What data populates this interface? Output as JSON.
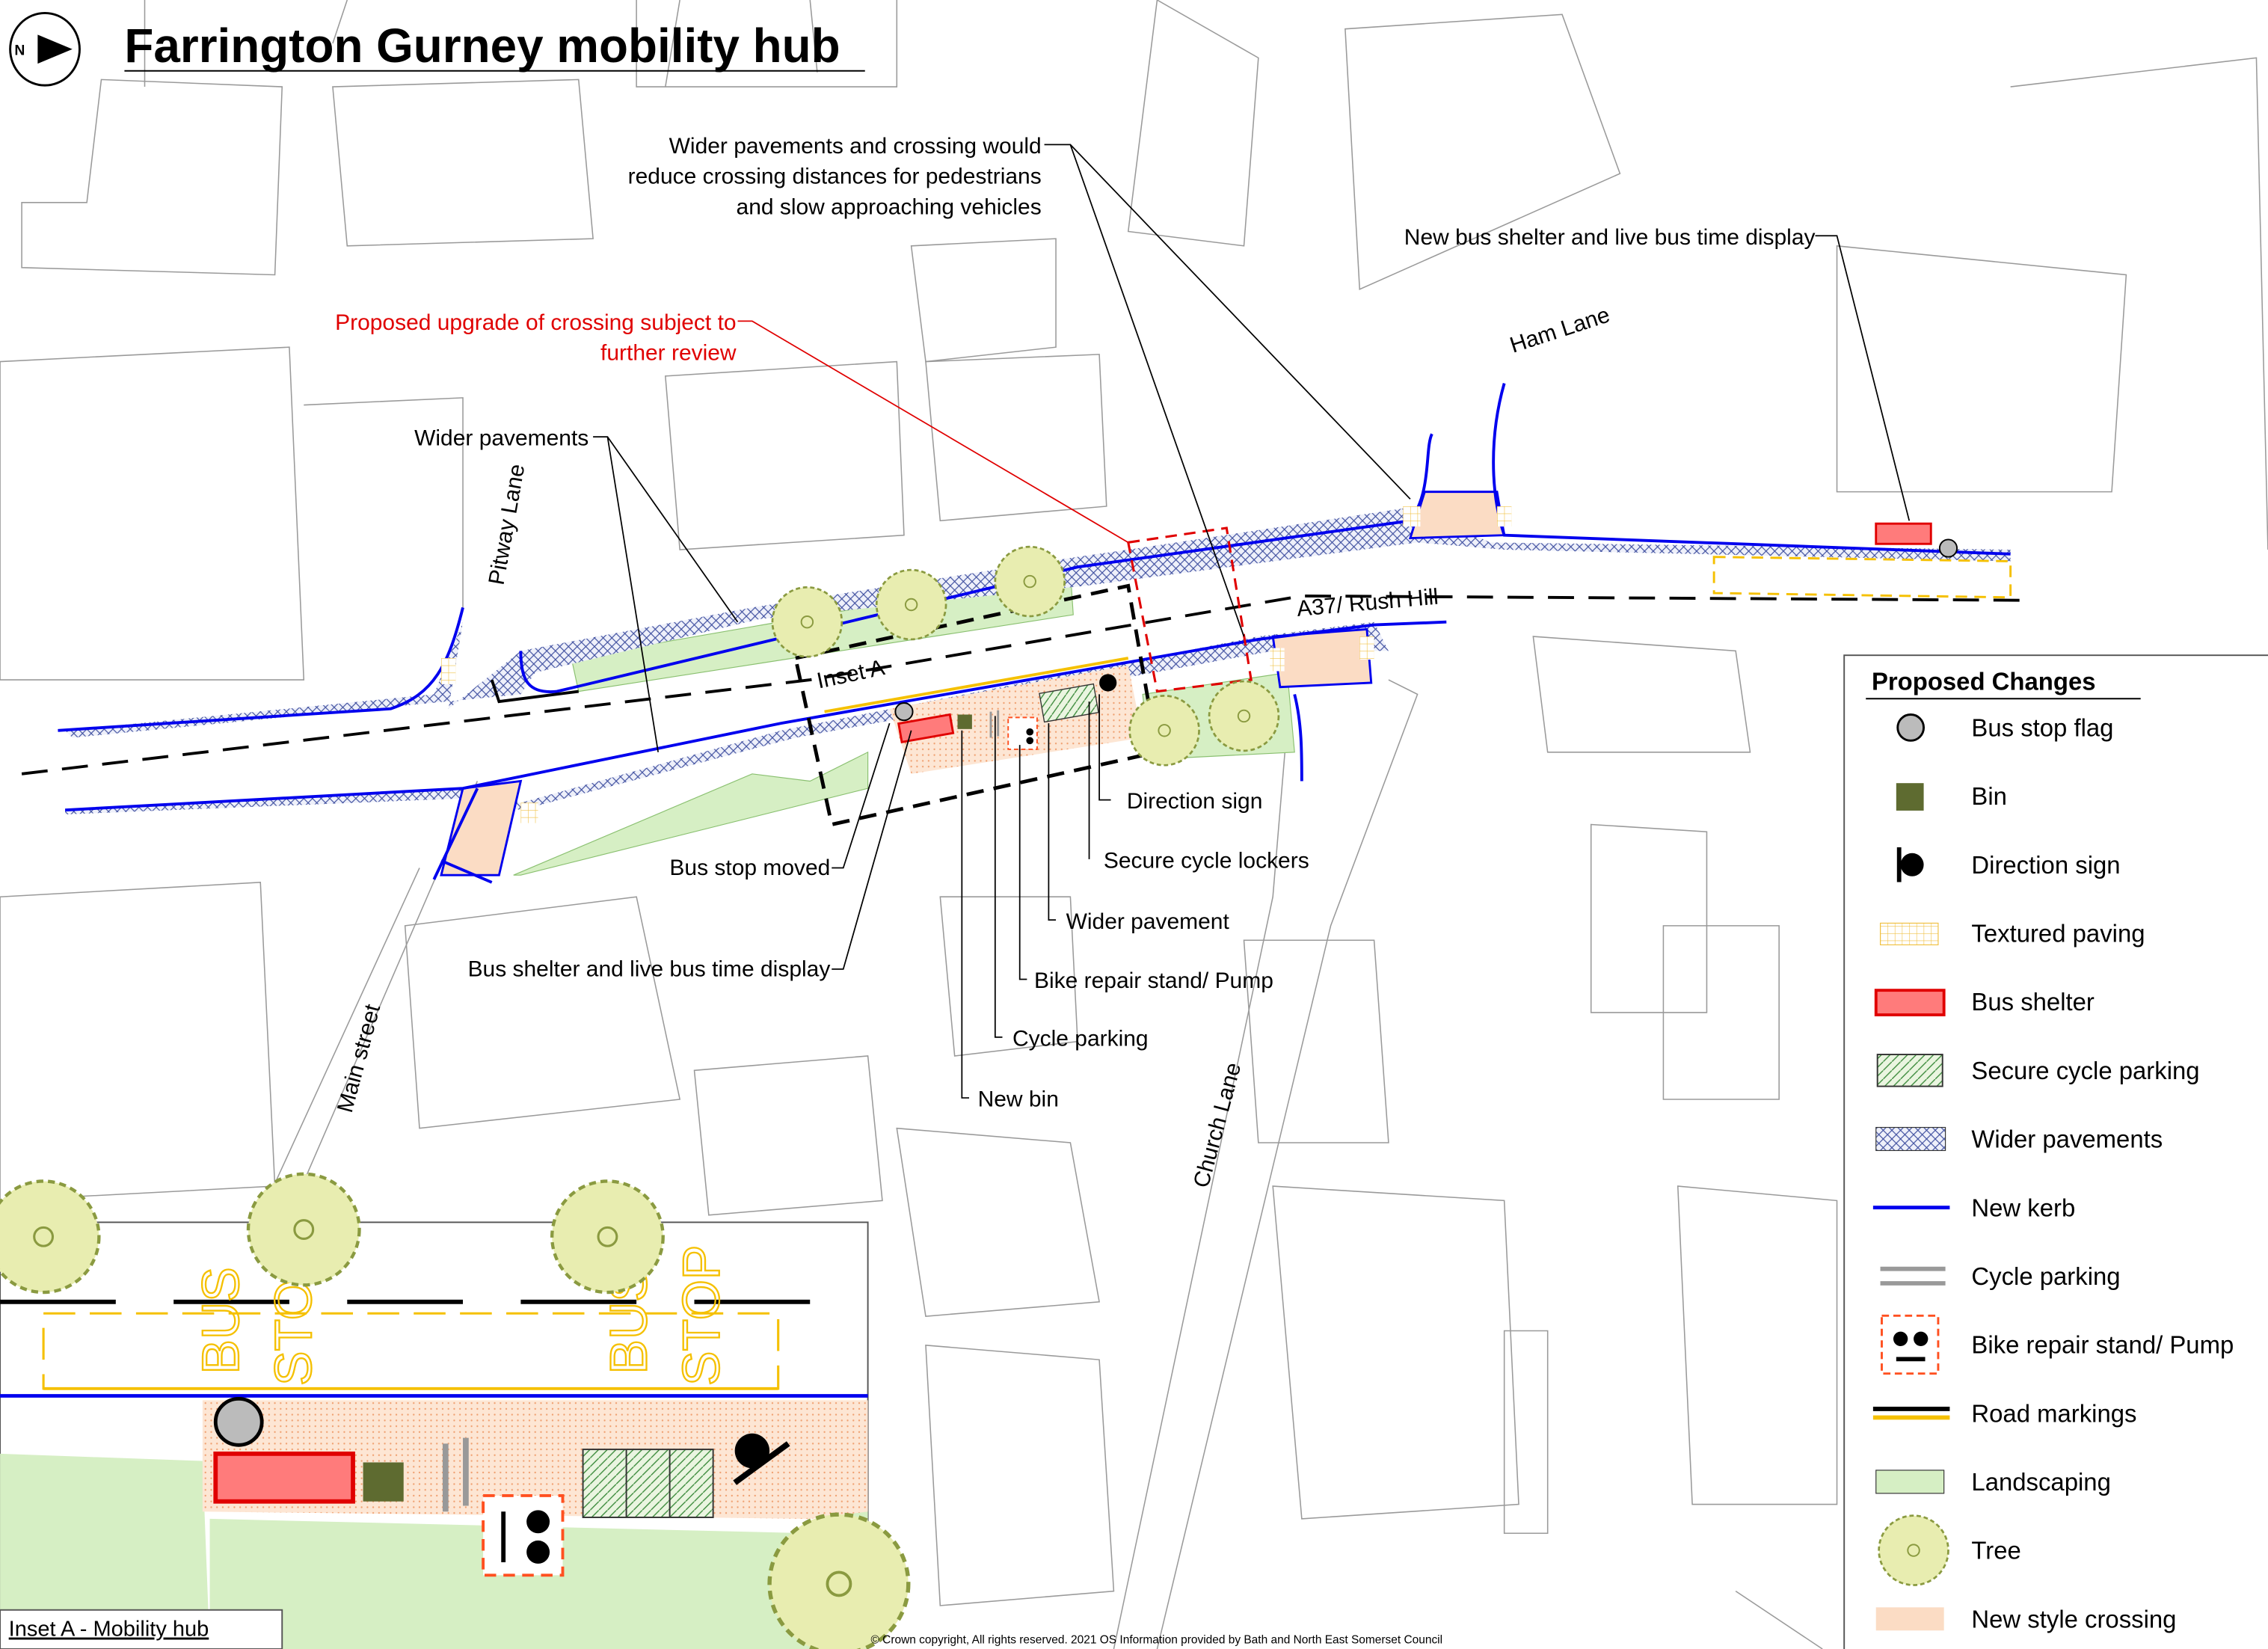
{
  "title": "Farrington Gurney mobility hub",
  "north_arrow": "N",
  "roads": {
    "pitway_lane": "Pitway Lane",
    "ham_lane": "Ham Lane",
    "a37": "A37/ Rush Hill",
    "main_street": "Main street",
    "church_lane": "Church Lane"
  },
  "annotations": {
    "wider_crossing": [
      "Wider pavements and crossing would",
      "reduce crossing distances for pedestrians",
      "and slow approaching vehicles"
    ],
    "new_shelter": "New bus shelter and live bus time display",
    "proposed_upgrade": [
      "Proposed upgrade of crossing subject to",
      "further review"
    ],
    "wider_pavements": "Wider pavements",
    "inset_a": "Inset A",
    "direction_sign": "Direction sign",
    "secure_lockers": "Secure cycle lockers",
    "bus_stop_moved": "Bus stop moved",
    "wider_pavement": "Wider pavement",
    "shelter_display": "Bus shelter and live bus time display",
    "bike_repair": "Bike repair stand/ Pump",
    "cycle_parking": "Cycle parking",
    "new_bin": "New bin",
    "bus_stop_marking": [
      "BUS",
      "STOP"
    ]
  },
  "legend": {
    "title": "Proposed Changes",
    "items": [
      "Bus stop flag",
      "Bin",
      "Direction sign",
      "Textured paving",
      "Bus shelter",
      "Secure cycle parking",
      "Wider pavements",
      "New kerb",
      "Cycle parking",
      "Bike repair stand/ Pump",
      "Road markings",
      "Landscaping",
      "Tree",
      "New style crossing"
    ]
  },
  "inset": {
    "caption": "Inset A - Mobility hub"
  },
  "copyright": "© Crown copyright, All rights reserved. 2021 OS Information provided by Bath and North East Somerset Council",
  "colors": {
    "kerb": "#0000ee",
    "shelter": "#ff7b7b",
    "landscape": "#d6efc4",
    "crossing": "#fbdcc4",
    "marking_yellow": "#f5c000",
    "bin": "#5e6b30"
  }
}
